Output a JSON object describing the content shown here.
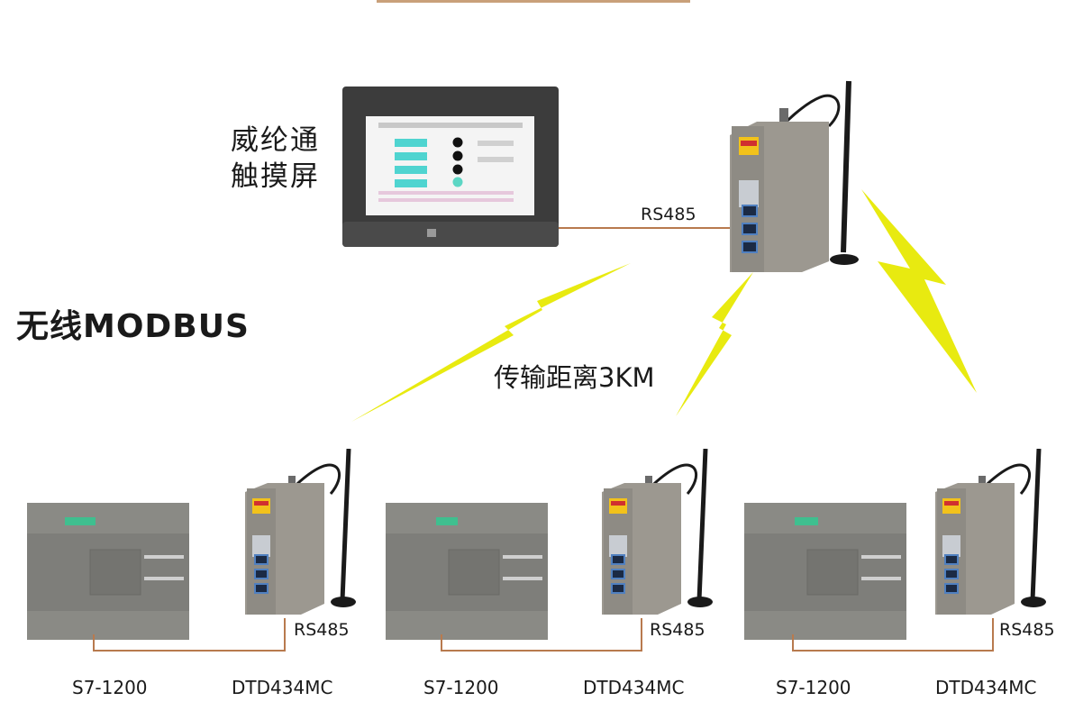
{
  "hmi": {
    "label_line1": "威纶通",
    "label_line2": "触摸屏"
  },
  "title": "无线MODBUS",
  "distance": "传输距离3KM",
  "rs485": "RS485",
  "nodes": [
    {
      "plc": "S7-1200",
      "radio": "DTD434MC",
      "link": "RS485"
    },
    {
      "plc": "S7-1200",
      "radio": "DTD434MC",
      "link": "RS485"
    },
    {
      "plc": "S7-1200",
      "radio": "DTD434MC",
      "link": "RS485"
    }
  ],
  "colors": {
    "wire": "#b87a4e",
    "lightning": "#e8ea10",
    "device_body": "#8a8780",
    "plc_body": "#7e7e7a",
    "hmi_bezel": "#3c3c3c"
  }
}
